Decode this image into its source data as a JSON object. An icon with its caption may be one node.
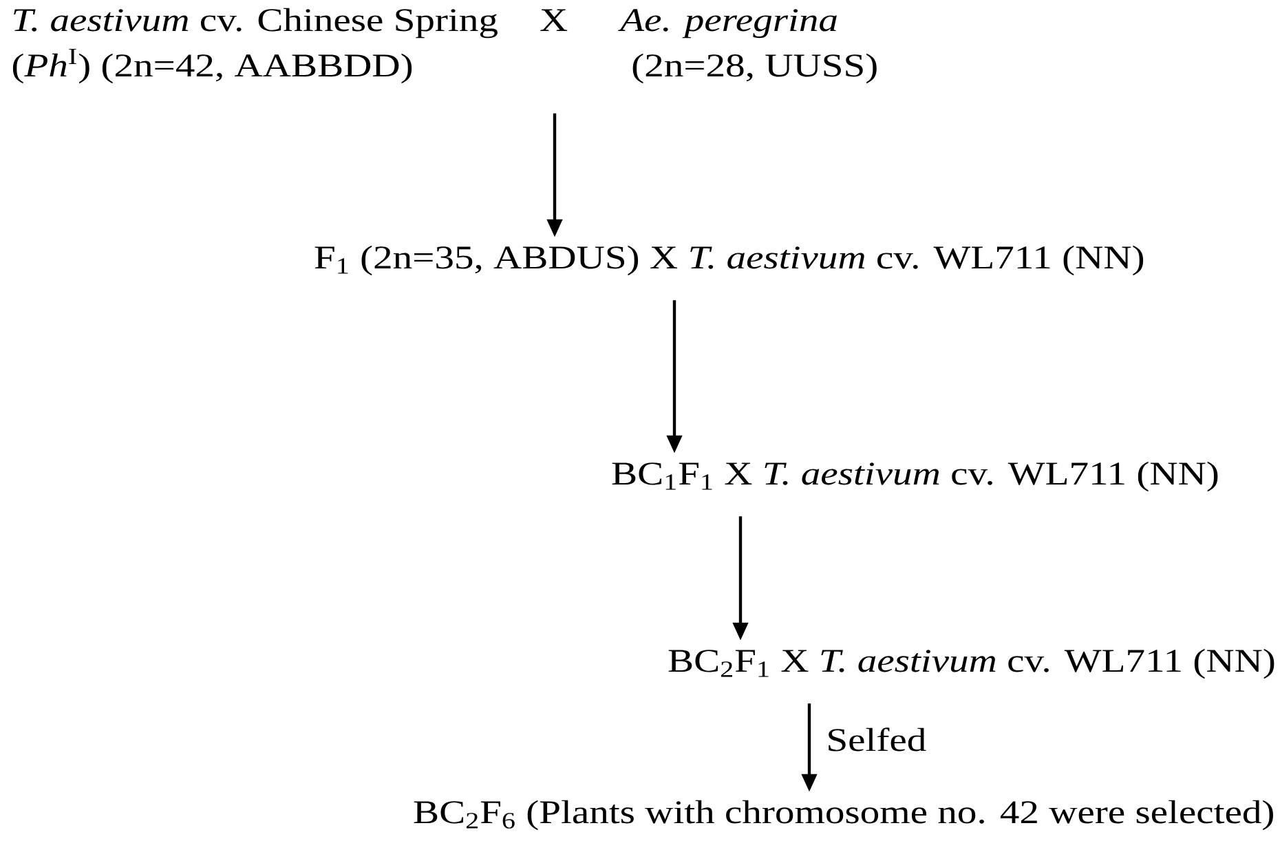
{
  "diagram": {
    "nodes": [
      {
        "text": [
          "*T. aestivum* cv. Chinese Spring",
          "(*Ph*$^{I}$) (2n=42, AABBDD)",
          "X",
          "*Ae. peregrina*",
          "(2n=28, UUSS)"
        ]
      },
      {
        "text": [
          "F$_{1}$ (2n=35, ABDUS) X *T. aestivum* cv. WL711 (NN)"
        ]
      },
      {
        "text": [
          "BC$_{1}$F$_{1}$ X *T. aestivum* cv. WL711 (NN)"
        ]
      },
      {
        "text": [
          "BC$_{2}$F$_{1}$ X *T. aestivum* cv. WL711 (NN)"
        ]
      },
      {
        "text": [
          "BC$_{2}$F$_{6}$ (Plants with chromosome no. 42 were selected)"
        ]
      }
    ],
    "edges": [
      {
        "from": 0,
        "to": 1,
        "arrow": "to"
      },
      {
        "from": 1,
        "to": 2,
        "arrow": "to"
      },
      {
        "from": 2,
        "to": 3,
        "arrow": "to"
      },
      {
        "from": 3,
        "to": 4,
        "arrow": "to",
        "label": "Selfed"
      }
    ]
  }
}
